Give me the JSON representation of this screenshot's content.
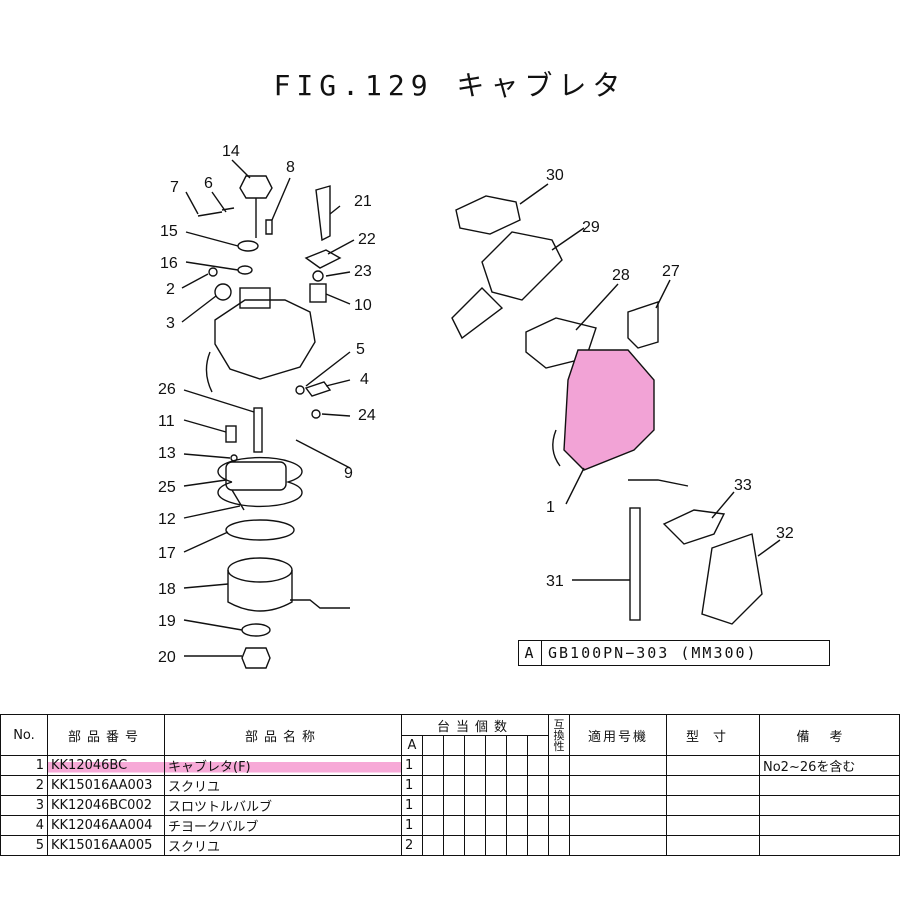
{
  "title": "FIG.129 キャブレタ",
  "callouts": [
    "1",
    "2",
    "3",
    "4",
    "5",
    "6",
    "7",
    "8",
    "9",
    "10",
    "11",
    "12",
    "13",
    "14",
    "15",
    "16",
    "17",
    "18",
    "19",
    "20",
    "21",
    "22",
    "23",
    "24",
    "25",
    "26",
    "27",
    "28",
    "29",
    "30",
    "31",
    "32",
    "33"
  ],
  "model": {
    "key": "A",
    "value": "GB100PN−303 (MM300)"
  },
  "table": {
    "headers": {
      "no": "No.",
      "part_no": "部品番号",
      "part_name": "部品名称",
      "qty": "台当個数",
      "qty_a": "A",
      "interchange": "互換性",
      "model": "適用号機",
      "size": "型寸",
      "remarks": "備考"
    },
    "rows": [
      {
        "no": "1",
        "part_no": "KK12046BC",
        "name": "キャブレタ(F)",
        "qty": "1",
        "remarks": "No2~26を含む"
      },
      {
        "no": "2",
        "part_no": "KK15016AA003",
        "name": "スクリユ",
        "qty": "1",
        "remarks": ""
      },
      {
        "no": "3",
        "part_no": "KK12046BC002",
        "name": "スロツトルバルブ",
        "qty": "1",
        "remarks": ""
      },
      {
        "no": "4",
        "part_no": "KK12046AA004",
        "name": "チヨークバルブ",
        "qty": "1",
        "remarks": ""
      },
      {
        "no": "5",
        "part_no": "KK15016AA005",
        "name": "スクリユ",
        "qty": "2",
        "remarks": ""
      }
    ]
  }
}
